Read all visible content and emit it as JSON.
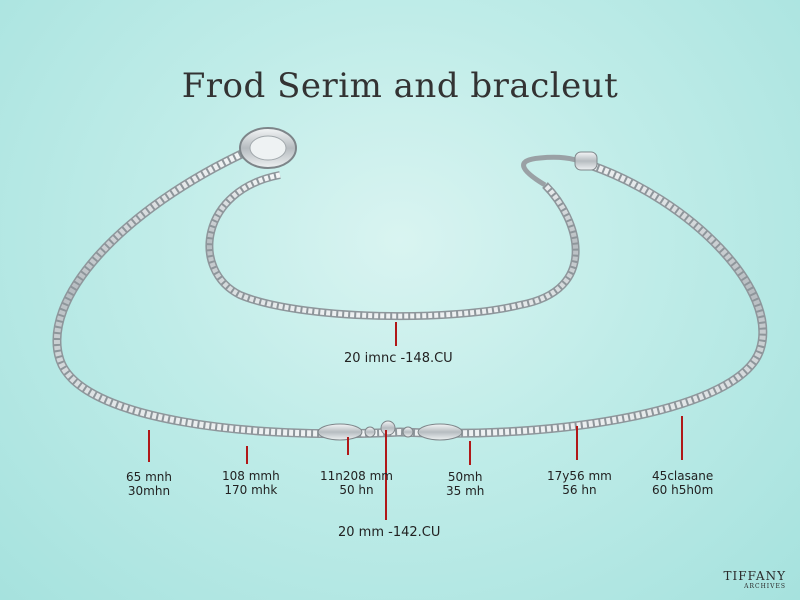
{
  "title": "Frod Serim and bracleut",
  "measurements": {
    "bracelet_center": "20 imnc -148.CU",
    "m1": [
      "65 mnh",
      "30mhn"
    ],
    "m2": [
      "108 mmh",
      "170 mhk"
    ],
    "m3": [
      "11n208 mm",
      "50 hn"
    ],
    "m4": [
      "50mh",
      "35 mh"
    ],
    "m5": [
      "17y56 mm",
      "56 hn"
    ],
    "m6": [
      "45clasane",
      "60 h5h0m"
    ],
    "necklace_center": "20 mm -142.CU"
  },
  "logo": {
    "line1": "TIFFANY",
    "line2": "ARCHIVES"
  },
  "colors": {
    "chain": "#c9cfd3",
    "marker": "#b01818",
    "bg": "#bfece8"
  }
}
